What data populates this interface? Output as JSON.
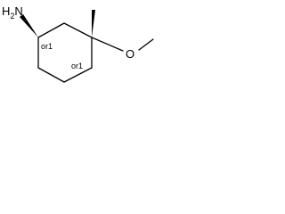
{
  "molecule": {
    "atoms": {
      "amine": {
        "label_main": "H",
        "label_sub": "2",
        "label_tail": "N"
      },
      "oxygen": {
        "label": "O"
      }
    },
    "stereo_labels": {
      "c1": "or1",
      "c3": "or1"
    }
  }
}
